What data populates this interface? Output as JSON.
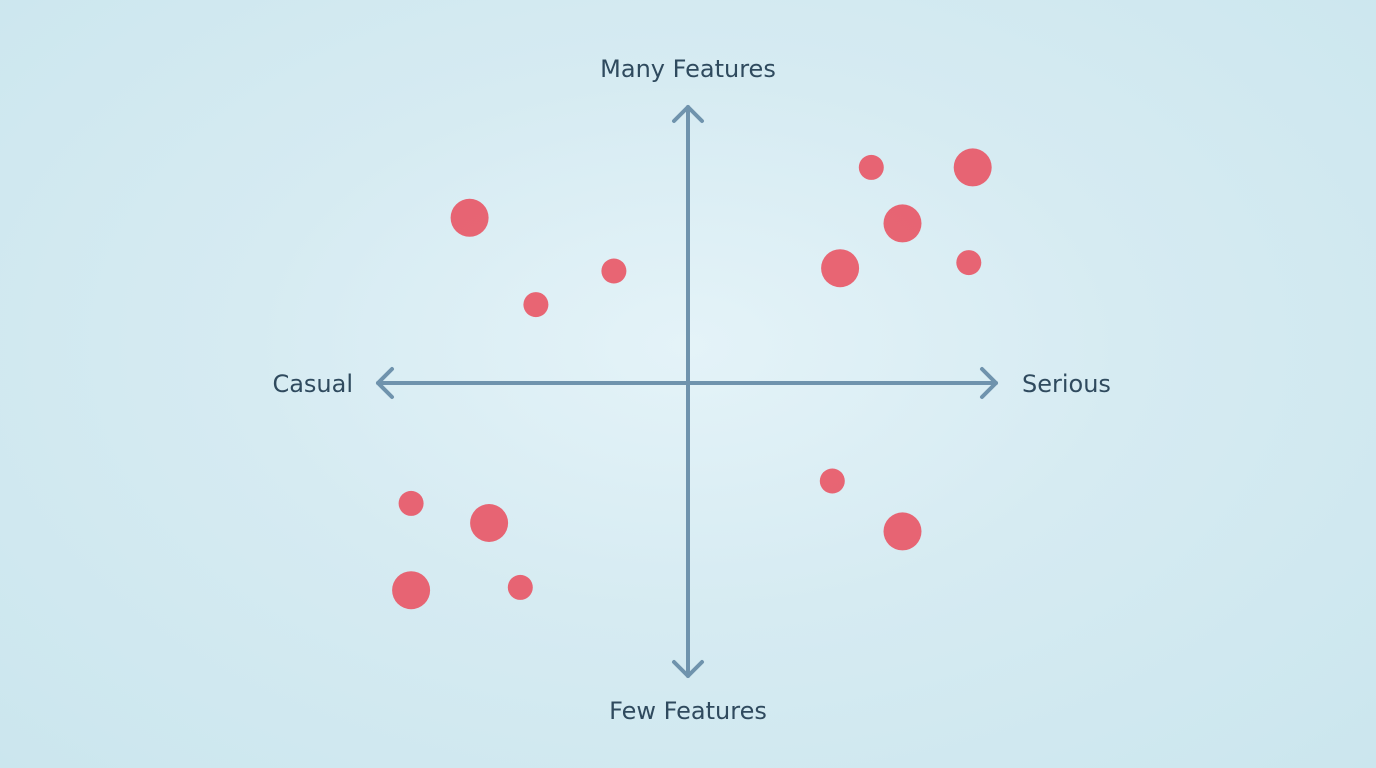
{
  "chart_data": {
    "type": "scatter",
    "title": "",
    "labels": {
      "top": "Many Features",
      "bottom": "Few Features",
      "left": "Casual",
      "right": "Serious"
    },
    "xlim": [
      -1,
      1
    ],
    "ylim": [
      -1,
      1
    ],
    "grid": false,
    "point_color": "#e85d6c",
    "axis_color": "#6f93ad",
    "label_color": "#2f4a5e",
    "points": [
      {
        "x": -0.56,
        "y": 0.59,
        "size": 2
      },
      {
        "x": -0.19,
        "y": 0.4,
        "size": 1
      },
      {
        "x": -0.39,
        "y": 0.28,
        "size": 1
      },
      {
        "x": 0.47,
        "y": 0.77,
        "size": 1
      },
      {
        "x": 0.73,
        "y": 0.77,
        "size": 2
      },
      {
        "x": 0.55,
        "y": 0.57,
        "size": 2
      },
      {
        "x": 0.39,
        "y": 0.41,
        "size": 2
      },
      {
        "x": 0.72,
        "y": 0.43,
        "size": 1
      },
      {
        "x": 0.37,
        "y": -0.35,
        "size": 1
      },
      {
        "x": 0.55,
        "y": -0.53,
        "size": 2
      },
      {
        "x": -0.71,
        "y": -0.43,
        "size": 1
      },
      {
        "x": -0.51,
        "y": -0.5,
        "size": 2
      },
      {
        "x": -0.71,
        "y": -0.74,
        "size": 2
      },
      {
        "x": -0.43,
        "y": -0.73,
        "size": 1
      }
    ]
  }
}
